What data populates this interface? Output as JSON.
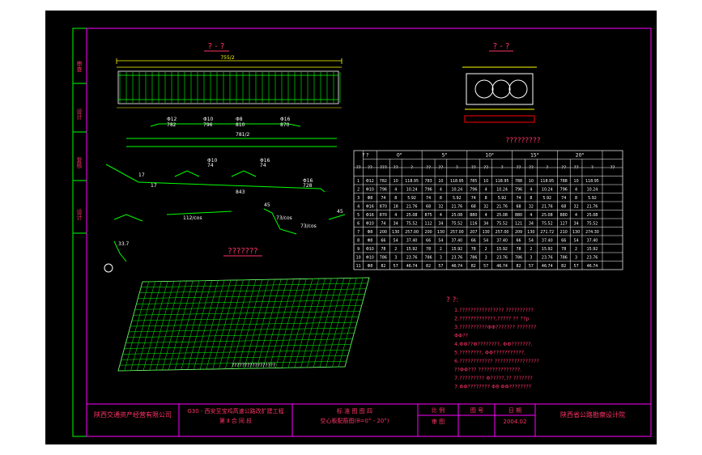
{
  "frame": {
    "side_labels": [
      "审查",
      "设计",
      "复核",
      "设计"
    ]
  },
  "views": {
    "section_a_title": "? - ?",
    "section_b_title": "? - ?",
    "mesh_title": "???????",
    "table_title": "?????????"
  },
  "bar_labels": {
    "top_dim": "755/2",
    "bar1_label": "Φ12",
    "bar1_len": "782",
    "bar2_label": "Φ10",
    "bar2_len": "796",
    "bar3_label": "Φ8",
    "bar3_len": "810",
    "bar4_label": "Φ16",
    "bar4_len": "870",
    "bar5_len": "781/2",
    "bar6_label": "Φ10",
    "bar6_len": "74",
    "bar7_label": "Φ16",
    "bar7_len": "74",
    "bar8_label": "Φ16",
    "bar8_len": "728",
    "bar9_note": "112/cos",
    "bar10_note": "73/cos",
    "bar11_note": "73/cos",
    "num_45a": "45",
    "num_45b": "45",
    "num_17a": "17",
    "num_17b": "17",
    "dim_843": "843",
    "dim_3": "33.7",
    "mesh_note": "?????????????????"
  },
  "table": {
    "group_headers": [
      "? ?",
      "0°",
      "5°",
      "10°",
      "15°",
      "20°"
    ],
    "sub_headers": [
      "??",
      "??",
      "???",
      "??",
      "?",
      "??",
      "??",
      "?",
      "??",
      "??",
      "?",
      "??",
      "??",
      "?",
      "??",
      "??",
      "?",
      "??"
    ],
    "rows": [
      [
        "1",
        "Φ12",
        "782",
        "10",
        "118.95",
        "783",
        "10",
        "118.95",
        "785",
        "10",
        "118.95",
        "788",
        "10",
        "118.95",
        "788",
        "10",
        "118.95"
      ],
      [
        "2",
        "Φ10",
        "796",
        "4",
        "10.24",
        "796",
        "4",
        "10.24",
        "796",
        "4",
        "10.24",
        "796",
        "4",
        "10.24",
        "796",
        "4",
        "10.24"
      ],
      [
        "3",
        "Φ8",
        "74",
        "8",
        "5.92",
        "74",
        "8",
        "5.92",
        "74",
        "8",
        "5.92",
        "74",
        "8",
        "5.92",
        "74",
        "8",
        "5.92"
      ],
      [
        "4",
        "Φ16",
        "870",
        "18",
        "21.76",
        "68",
        "32",
        "21.76",
        "68",
        "32",
        "21.76",
        "68",
        "32",
        "21.76",
        "68",
        "32",
        "21.76"
      ],
      [
        "5",
        "Φ16",
        "870",
        "4",
        "25.08",
        "875",
        "4",
        "25.08",
        "880",
        "4",
        "25.08",
        "880",
        "4",
        "25.08",
        "880",
        "4",
        "25.08"
      ],
      [
        "6",
        "Φ10",
        "74",
        "34",
        "75.52",
        "112",
        "34",
        "75.52",
        "116",
        "34",
        "75.52",
        "121",
        "34",
        "75.52",
        "127",
        "34",
        "75.52"
      ],
      [
        "7",
        "Φ8",
        "200",
        "130",
        "257.00",
        "200",
        "130",
        "257.00",
        "207",
        "130",
        "257.00",
        "209",
        "130",
        "271.72",
        "210",
        "130",
        "274.30"
      ],
      [
        "8",
        "Φ8",
        "66",
        "54",
        "37.40",
        "66",
        "54",
        "37.40",
        "66",
        "54",
        "37.40",
        "66",
        "54",
        "37.40",
        "66",
        "54",
        "37.40"
      ],
      [
        "9",
        "Φ10",
        "78",
        "2",
        "15.92",
        "78",
        "2",
        "15.92",
        "78",
        "2",
        "15.92",
        "78",
        "2",
        "15.92",
        "78",
        "2",
        "15.92"
      ],
      [
        "10",
        "Φ10",
        "786",
        "3",
        "23.76",
        "786",
        "3",
        "23.76",
        "786",
        "3",
        "23.76",
        "786",
        "3",
        "23.76",
        "786",
        "3",
        "23.76"
      ],
      [
        "11",
        "Φ8",
        "82",
        "57",
        "46.74",
        "82",
        "57",
        "46.74",
        "82",
        "57",
        "46.74",
        "82",
        "57",
        "46.74",
        "82",
        "57",
        "46.74"
      ]
    ]
  },
  "notes": {
    "title": "? ?:",
    "lines": [
      "1.???????????????? ??????????",
      "2.?????????????,????? ?? ??p",
      "3.??????????ΦΦ??????? ???????",
      "  ΦΦ??",
      "4.ΦΦ??Φ????????,  ΦΦ???????.",
      "5.????????,   ΦΦ???????????.",
      "6.???????????? ????????????????",
      "  ??ΦΦ??? ???????????????.",
      "7.?????????  Φ?????,??  ???????",
      "  7.ΦΦ????????  Φ8 ΦΦ????????"
    ]
  },
  "title_block": {
    "company": "陕西交通资产经营有限公司",
    "project_line1": "G30 - 西安至宝鸡高速公路改扩建工程",
    "project_line2": "第 Ⅱ 合 同 段",
    "drawing_line1": "标 准 图 图 四",
    "drawing_line2": "空心板配筋图(θ=0° - 20°)",
    "label_scale": "比 例",
    "label_sheet": "图 号",
    "label_date": "日 期",
    "label_review": "审 图",
    "value_date": "2004.02",
    "design_institute": "陕西省公路勘察设计院"
  }
}
